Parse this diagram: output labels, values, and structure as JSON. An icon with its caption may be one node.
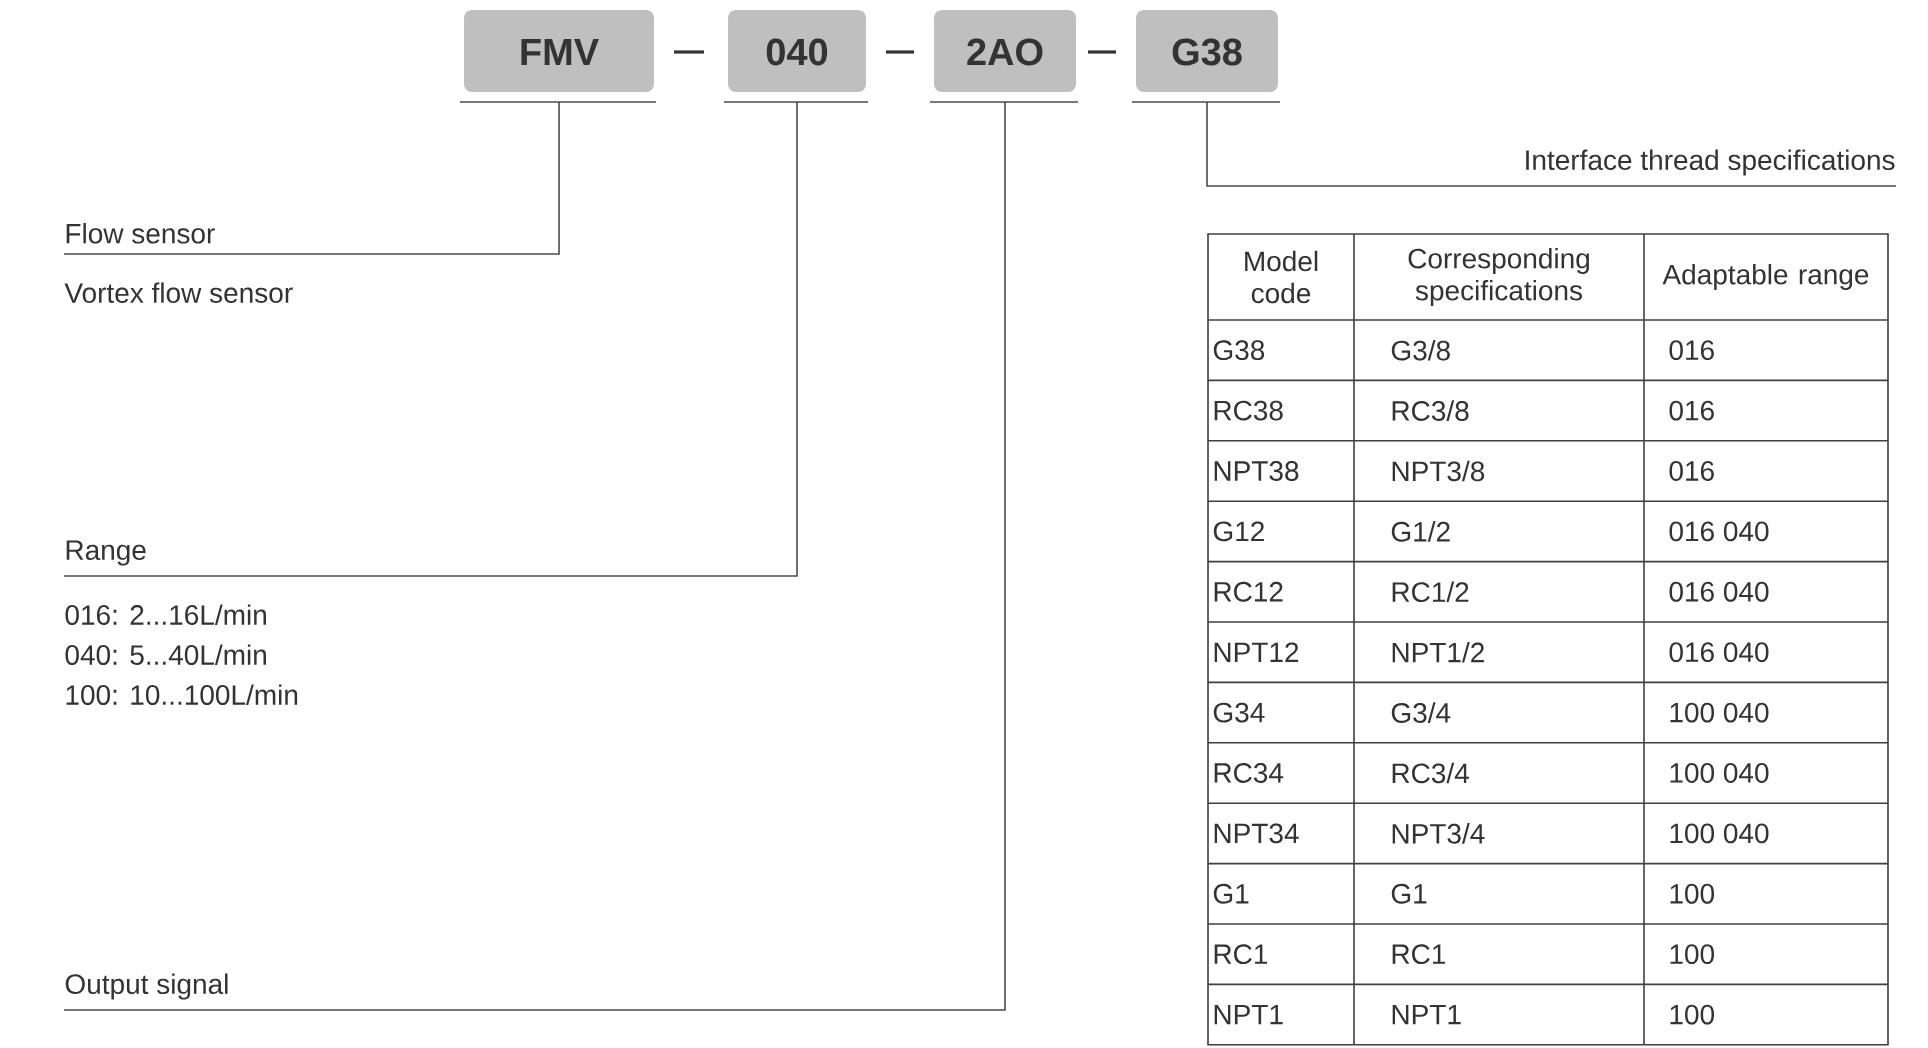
{
  "diagram": {
    "nodes": [
      {
        "text": [
          "FMV"
        ]
      },
      {
        "text": [
          "040"
        ]
      },
      {
        "text": [
          "2AO"
        ]
      },
      {
        "text": [
          "G38"
        ]
      },
      {
        "text": [
          "Flow sensor"
        ],
        "beside": [
          "Vortex flow sensor"
        ]
      },
      {
        "text": [
          "Range"
        ],
        "beside": [
          "016:  2...16L/min",
          "040:  5...40L/min",
          "100:  10...100L/min"
        ]
      },
      {
        "text": [
          "Output signal"
        ]
      },
      {
        "text": [
          "Interface thread specifications"
        ]
      }
    ],
    "edges": [
      {
        "from": 0,
        "to": 4,
        "arrow": "none"
      },
      {
        "from": 1,
        "to": 5,
        "arrow": "none"
      },
      {
        "from": 2,
        "to": 6,
        "arrow": "none"
      },
      {
        "from": 3,
        "to": 7,
        "arrow": "none"
      }
    ],
    "labels": [
      "Model code",
      "Corresponding specifications",
      "Adaptable range",
      "G38",
      "G3/8",
      "016",
      "RC38",
      "RC3/8",
      "016",
      "NPT38",
      "NPT3/8",
      "016",
      "G12",
      "G1/2",
      "016 040",
      "RC12",
      "RC1/2",
      "016 040",
      "NPT12",
      "NPT1/2",
      "016 040",
      "G34",
      "G3/4",
      "100 040",
      "RC34",
      "RC3/4",
      "100 040",
      "NPT34",
      "NPT3/4",
      "100 040",
      "G1",
      "G1",
      "100",
      "RC1",
      "RC1",
      "100",
      "NPT1",
      "NPT1",
      "100"
    ]
  }
}
